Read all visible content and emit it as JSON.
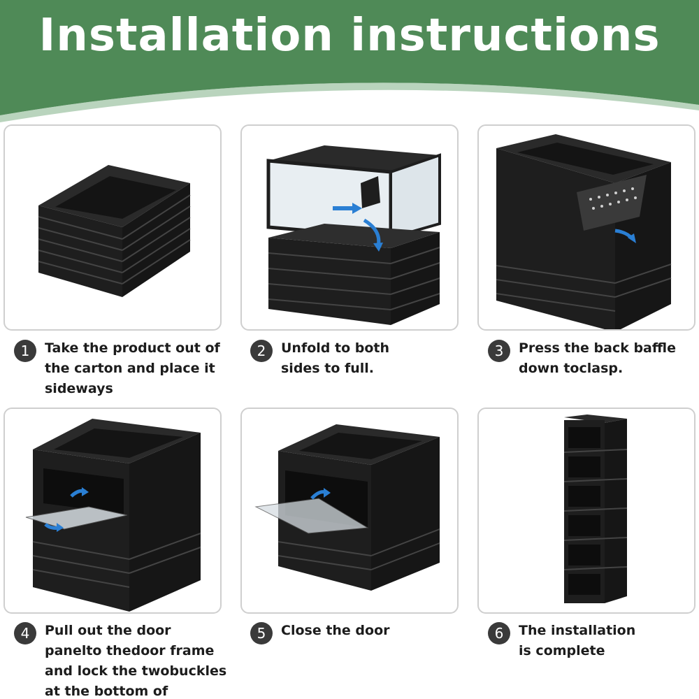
{
  "header": {
    "title": "Installation instructions",
    "background_color": "#4f8a57"
  },
  "steps": [
    {
      "number": "1",
      "text": "Take the product out of the carton and place it sideways",
      "icon": "folded-box-icon"
    },
    {
      "number": "2",
      "text": "Unfold to both sides to full.",
      "icon": "unfolding-box-icon"
    },
    {
      "number": "3",
      "text": "Press the back baffle down toclasp.",
      "icon": "back-baffle-icon"
    },
    {
      "number": "4",
      "text": "Pull out the door panelto thedoor frame and lock the twobuckles at the bottom of thedoor frame",
      "icon": "door-panel-icon"
    },
    {
      "number": "5",
      "text": "Close the door",
      "icon": "closed-door-icon"
    },
    {
      "number": "6",
      "text": "The installation is complete",
      "icon": "stacked-boxes-icon"
    }
  ],
  "colors": {
    "product": "#1e1e1e",
    "arrow": "#2a7fd4",
    "panel_border": "#cfcfcf"
  }
}
